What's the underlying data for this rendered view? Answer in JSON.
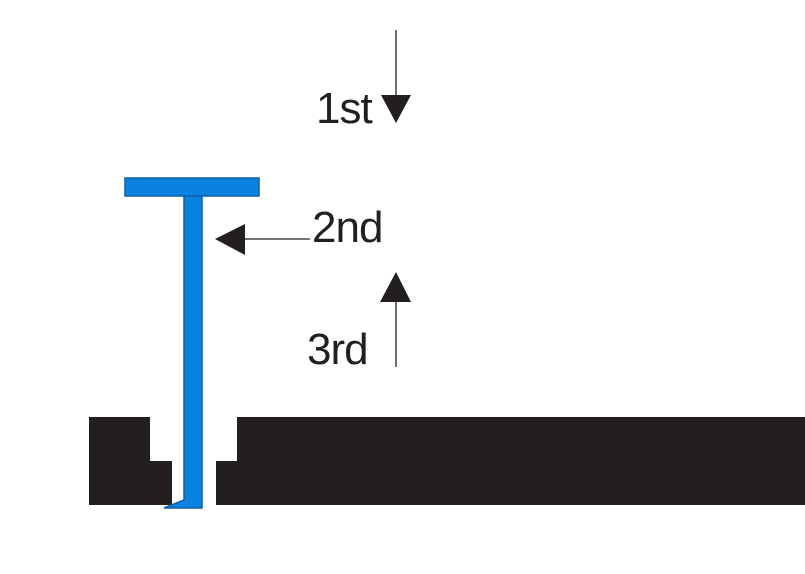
{
  "colors": {
    "background": "#ffffff",
    "plate": "#231f20",
    "tool": "#0a83e0",
    "tool_outline": "#0b5fa8",
    "arrow": "#231f20"
  },
  "labels": {
    "first": "1st",
    "second": "2nd",
    "third": "3rd"
  }
}
